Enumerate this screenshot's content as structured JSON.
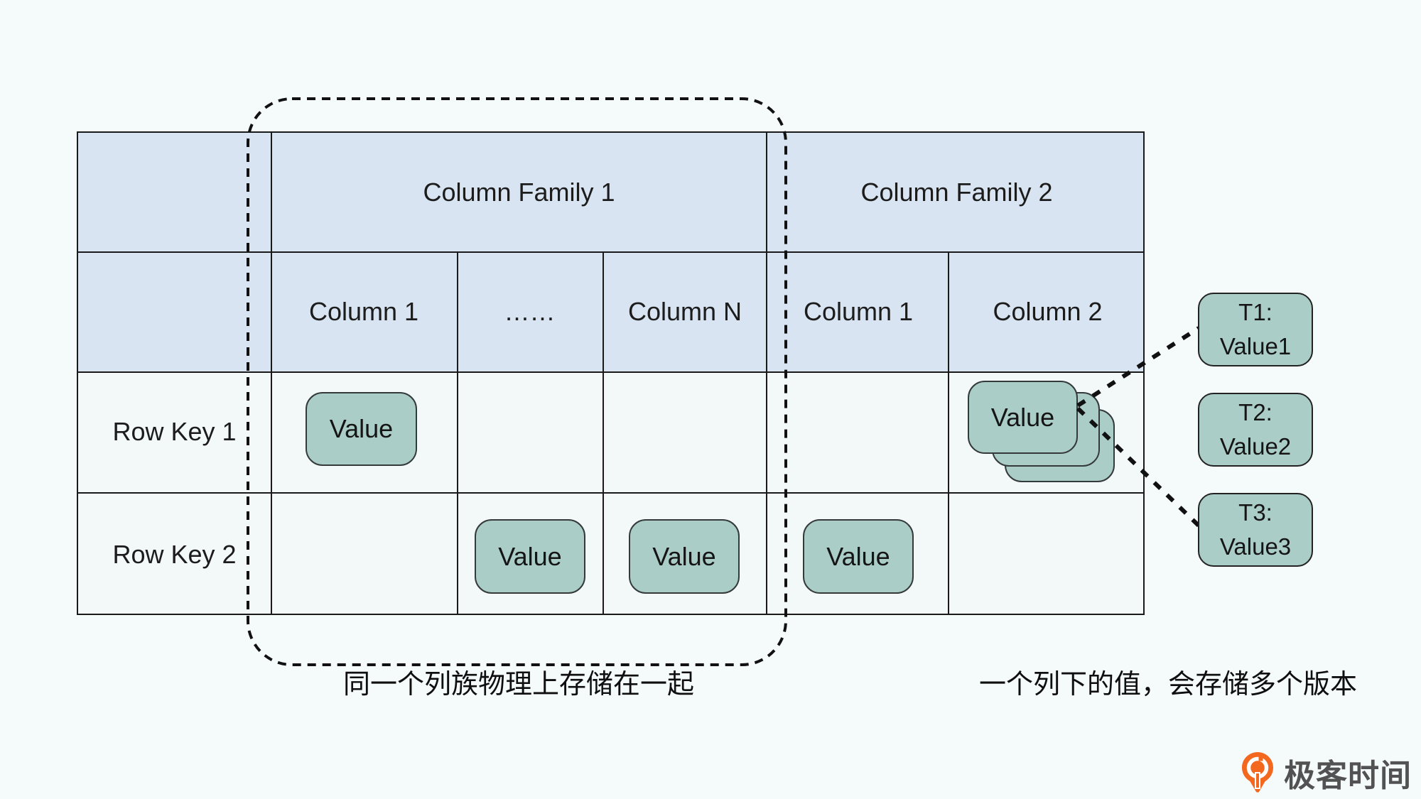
{
  "diagram_title_implicit": "HBase column-family storage diagram",
  "table": {
    "column_families": [
      {
        "label": "Column Family 1"
      },
      {
        "label": "Column Family 2"
      }
    ],
    "sub_columns": [
      "Column 1",
      "……",
      "Column N",
      "Column 1",
      "Column 2"
    ],
    "row_keys": [
      "Row Key 1",
      "Row Key 2"
    ]
  },
  "value_label": "Value",
  "t_boxes": [
    {
      "time": "T1:",
      "value": "Value1"
    },
    {
      "time": "T2:",
      "value": "Value2"
    },
    {
      "time": "T3:",
      "value": "Value3"
    }
  ],
  "captions": {
    "left": "同一个列族物理上存储在一起",
    "right": "一个列下的值，会存储多个版本"
  },
  "logo": {
    "icon": "geektime-pin-icon",
    "text": "极客时间"
  },
  "colors": {
    "background": "#f5fafa",
    "header_fill": "#d8e4f1",
    "cell_fill": "#f3f8f9",
    "value_fill": "#abcdc8",
    "line_black": "#1a1a1a",
    "logo_orange": "#f3671f",
    "logo_text_gray": "#525252"
  }
}
